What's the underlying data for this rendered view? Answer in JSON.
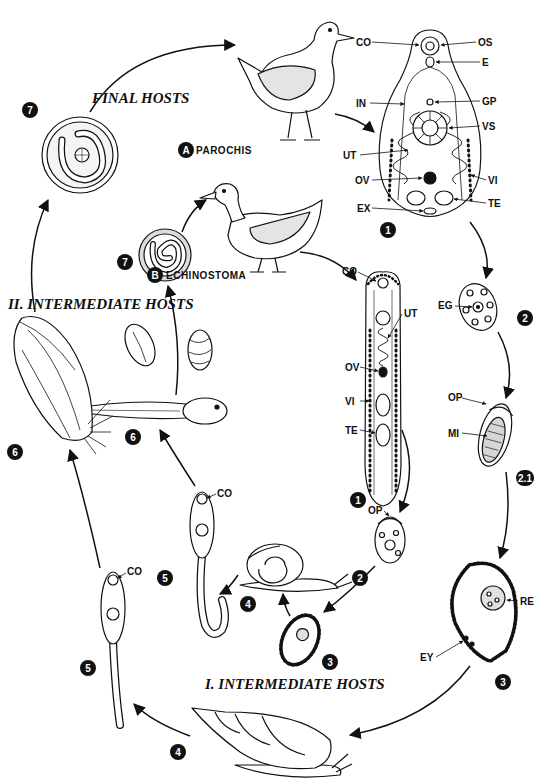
{
  "diagram": {
    "labels": [
      "FINAL HOSTS",
      "A",
      "PAROCHIS",
      "CO",
      "OS",
      "E",
      "IN",
      "GP",
      "VS",
      "UT",
      "OV",
      "VI",
      "TE",
      "EX",
      "1",
      "B",
      "ECHINOSTOMA",
      "CO",
      "UT",
      "OV",
      "VI",
      "TE",
      "1",
      "II. INTERMEDIATE HOSTS",
      "7",
      "7",
      "EG",
      "2",
      "OP",
      "MI",
      "2.1",
      "OP",
      "2",
      "6",
      "6",
      "CO",
      "5",
      "CO",
      "5",
      "4",
      "RE",
      "3",
      "EY",
      "3",
      "I. INTERMEDIATE HOSTS",
      "4"
    ]
  }
}
